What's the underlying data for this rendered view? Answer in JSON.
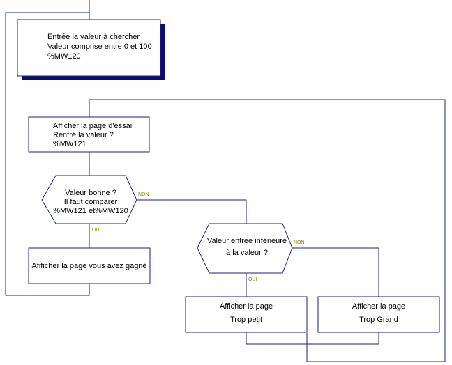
{
  "diagram": {
    "nodes": {
      "input": {
        "lines": [
          "Entrée la valeur à chercher",
          "Valeur comprise entre 0 et 100",
          "%MW120"
        ]
      },
      "display_trial": {
        "lines": [
          "Afficher la page d'essai",
          "Rentré la valeur ?",
          "%MW121"
        ]
      },
      "decision_good": {
        "lines": [
          "Valeur bonne ?",
          "Il faut comparer",
          "%MW121 et%MW120"
        ]
      },
      "win": {
        "lines": [
          "Afificher la page vous avez gagné"
        ]
      },
      "decision_lower": {
        "lines": [
          "Valeur entrée inférieure",
          "à la valeur ?"
        ]
      },
      "too_small": {
        "lines": [
          "Afficher la page",
          "Trop petit"
        ]
      },
      "too_big": {
        "lines": [
          "Afficher la page",
          "Trop Grand"
        ]
      }
    },
    "labels": {
      "good_no": "NON",
      "good_yes": "OUI",
      "lower_no": "NON",
      "lower_yes": "OUI"
    }
  }
}
